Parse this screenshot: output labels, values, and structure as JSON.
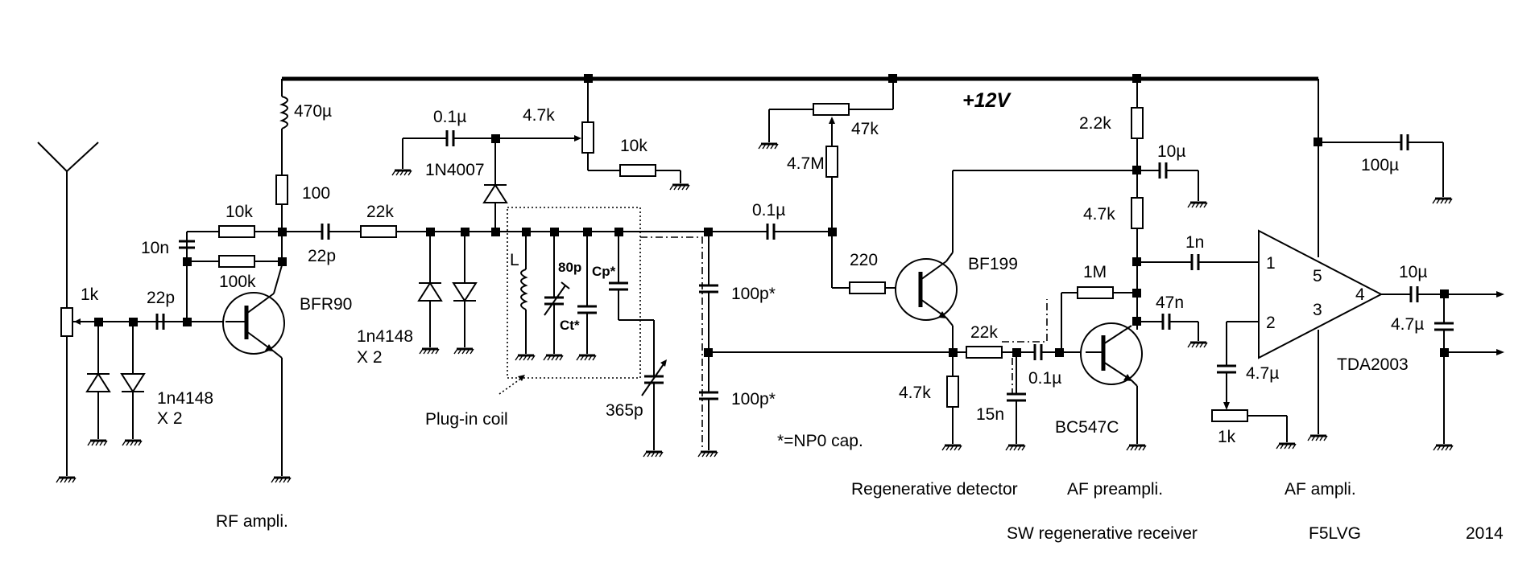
{
  "title": "SW regenerative receiver",
  "author": "F5LVG",
  "year": "2014",
  "supply": "+12V",
  "note": "*=NP0 cap.",
  "sections": {
    "rf": "RF ampli.",
    "detector": "Regenerative detector",
    "preamp": "AF preampli.",
    "amp": "AF ampli.",
    "coil": "Plug-in coil"
  },
  "labels": {
    "l_470u": "470µ",
    "r_100": "100",
    "r_10k_a": "10k",
    "c_10n": "10n",
    "r_100k": "100k",
    "r_1k_in": "1k",
    "c_22p_a": "22p",
    "d_1n4148_a": "1n4148",
    "x2_a": "X 2",
    "q_bfr90": "BFR90",
    "c_22p_b": "22p",
    "r_22k_a": "22k",
    "c_01u_a": "0.1µ",
    "r_47k_a": "4.7k",
    "d_1n4007": "1N4007",
    "r_10k_b": "10k",
    "d_1n4148_b": "1n4148",
    "x2_b": "X 2",
    "coil_L": "L",
    "c_80p": "80p",
    "c_ct": "Ct*",
    "c_cp": "Cp*",
    "c_365p": "365p",
    "c_01u_b": "0.1µ",
    "c_100p_a": "100p*",
    "c_100p_b": "100p*",
    "p_47k": "47k",
    "r_47M": "4.7M",
    "r_220": "220",
    "q_bf199": "BF199",
    "r_22k_b": "22k",
    "r_47k_b": "4.7k",
    "c_15n": "15n",
    "c_01u_c": "0.1µ",
    "r_22k_c": "2.2k",
    "c_10u_a": "10µ",
    "r_47k_c": "4.7k",
    "r_1M": "1M",
    "c_47n": "47n",
    "q_bc547c": "BC547C",
    "c_1n": "1n",
    "c_47u": "4.7µ",
    "p_1k": "1k",
    "c_100u": "100µ",
    "ic_tda2003": "TDA2003",
    "pin1": "1",
    "pin2": "2",
    "pin3": "3",
    "pin4": "4",
    "pin5": "5",
    "c_10u_b": "10µ",
    "c_47u_b": "4.7µ"
  }
}
